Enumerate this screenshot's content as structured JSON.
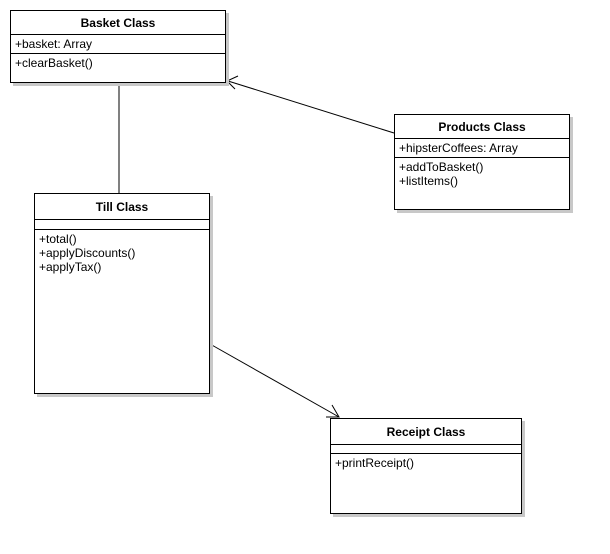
{
  "classes": {
    "basket": {
      "name": "Basket Class",
      "attributes": [
        "+basket: Array"
      ],
      "methods": [
        "+clearBasket()"
      ]
    },
    "products": {
      "name": "Products Class",
      "attributes": [
        "+hipsterCoffees: Array"
      ],
      "methods": [
        "+addToBasket()",
        "+listItems()"
      ]
    },
    "till": {
      "name": "Till Class",
      "attributes": [],
      "methods": [
        "+total()",
        "+applyDiscounts()",
        "+applyTax()"
      ]
    },
    "receipt": {
      "name": "Receipt Class",
      "attributes": [],
      "methods": [
        "+printReceipt()"
      ]
    }
  },
  "relationships": [
    {
      "from": "basket",
      "to": "till",
      "type": "association"
    },
    {
      "from": "products",
      "to": "basket",
      "type": "directed-association"
    },
    {
      "from": "till",
      "to": "receipt",
      "type": "directed-association"
    }
  ],
  "colors": {
    "line": "#000000",
    "shadow": "#c8c8c8"
  }
}
